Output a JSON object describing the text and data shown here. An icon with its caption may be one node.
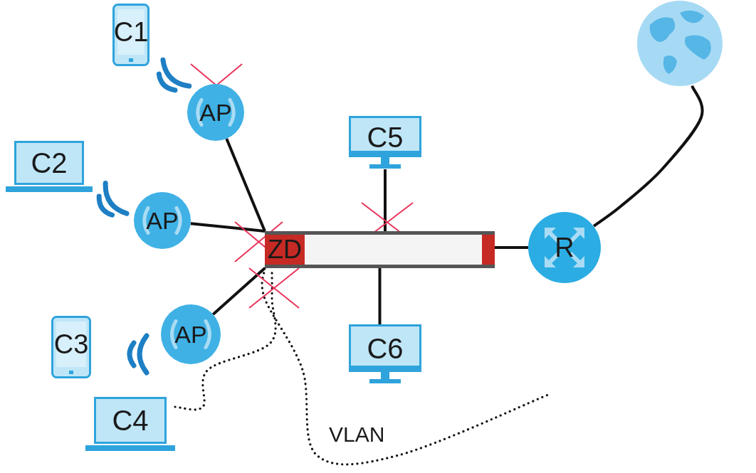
{
  "diagram": {
    "nodes": [
      {
        "text": [
          "C1"
        ]
      },
      {
        "text": [
          "C2"
        ]
      },
      {
        "text": [
          "C3"
        ]
      },
      {
        "text": [
          "C4"
        ]
      },
      {
        "text": [
          "AP"
        ]
      },
      {
        "text": [
          "AP"
        ]
      },
      {
        "text": [
          "AP"
        ]
      },
      {
        "text": [
          "ZD"
        ]
      },
      {
        "text": [
          "C5"
        ]
      },
      {
        "text": [
          "C6"
        ]
      },
      {
        "text": [
          "R"
        ]
      },
      {
        "text": [],
        "shape": "picture"
      }
    ],
    "edges": [
      {
        "from": 4,
        "to": 7,
        "arrow": "none"
      },
      {
        "from": 5,
        "to": 7,
        "arrow": "none"
      },
      {
        "from": 6,
        "to": 7,
        "arrow": "none"
      },
      {
        "from": 8,
        "to": 7,
        "arrow": "none"
      },
      {
        "from": 7,
        "to": 9,
        "arrow": "none"
      },
      {
        "from": 7,
        "to": 10,
        "arrow": "none"
      },
      {
        "from": 10,
        "to": 11,
        "arrow": "none"
      },
      {
        "from": 3,
        "to": 7,
        "arrow": "none",
        "style": "dashed"
      },
      {
        "from": 7,
        "to": null,
        "arrow": "none",
        "style": "dashed",
        "label": "VLAN"
      }
    ]
  }
}
